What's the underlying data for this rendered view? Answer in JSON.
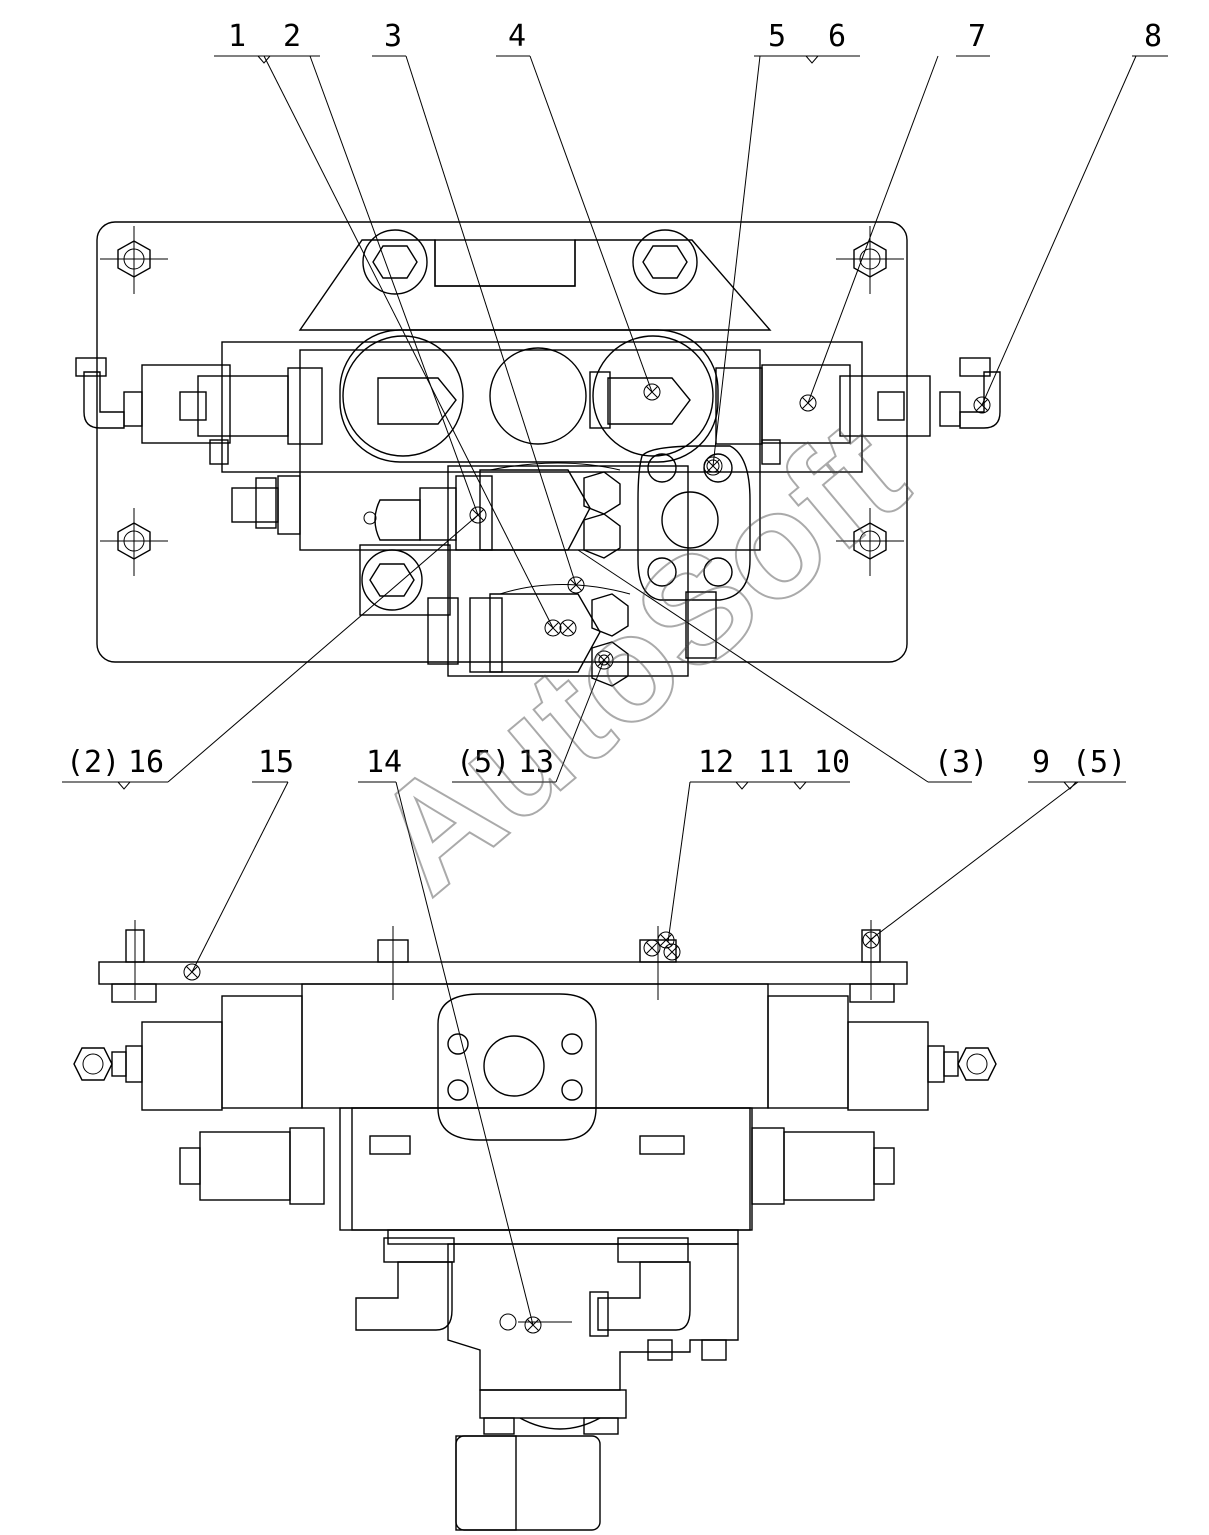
{
  "callouts_top": [
    "1",
    "2",
    "3",
    "4",
    "5",
    "6",
    "7",
    "8"
  ],
  "callouts_mid": [
    "(2)",
    "16",
    "15",
    "14",
    "(5)",
    "13",
    "12",
    "11",
    "10",
    "(3)",
    "9",
    "(5)"
  ],
  "watermark": "AutoSoft"
}
